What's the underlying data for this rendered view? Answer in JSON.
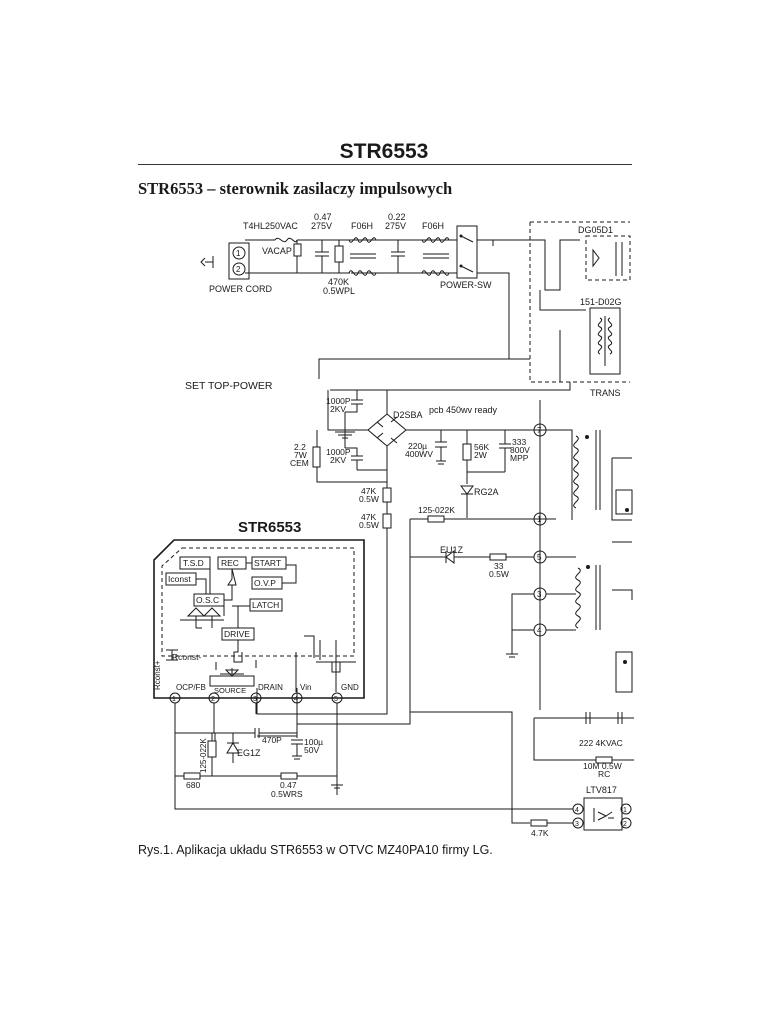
{
  "page_title": "STR6553",
  "subtitle": "STR6553 – sterownik zasilaczy impulsowych",
  "caption": "Rys.1. Aplikacja układu STR6553 w OTVC MZ40PA10 firmy LG.",
  "ic": {
    "name": "STR6553",
    "blocks": {
      "tsd": "T.S.D",
      "rec": "REC",
      "start": "START",
      "iconst": "Iconst",
      "ovp": "O.V.P",
      "osc": "O.S.C",
      "latch": "LATCH",
      "drive": "DRIVE",
      "rconst_minus": "Rconst-",
      "rconst_plus": "Rconst+"
    },
    "pins": [
      "OCP/FB",
      "SOURCE",
      "DRAIN",
      "Vin",
      "GND"
    ],
    "pin_numbers": [
      "1",
      "2",
      "3",
      "4",
      "5"
    ]
  },
  "labels": {
    "fuse": "T4HL250VAC",
    "cap1_val": "0.47",
    "cap1_volt": "275V",
    "cap2_val": "0.22",
    "cap2_volt": "275V",
    "f06h_1": "F06H",
    "f06h_2": "F06H",
    "vacap": "VACAP",
    "res470k_1": "470K",
    "res470k_2": "0.5WPL",
    "power_cord": "POWER CORD",
    "power_sw": "POWER-SW",
    "dg05d1": "DG05D1",
    "d02g": "151-D02G",
    "set_top": "SET TOP-POWER",
    "trans": "TRANS",
    "c1000p_a": "1000P",
    "c2kv_a": "2KV",
    "c1000p_b": "1000P",
    "c2kv_b": "2KV",
    "d2sba": "D2SBA",
    "pcb": "pcb 450wv ready",
    "cem1": "2.2",
    "cem2": "7W",
    "cem3": "CEM",
    "c220_1": "220µ",
    "c220_2": "400WV",
    "r56k_1": "56K",
    "r56k_2": "2W",
    "c333_1": "333",
    "c333_2": "800V",
    "c333_3": "MPP",
    "rg2a": "RG2A",
    "r47k_a1": "47K",
    "r47k_a2": "0.5W",
    "r47k_b1": "47K",
    "r47k_b2": "0.5W",
    "r125": "125-022K",
    "eu1z": "EU1Z",
    "r33_1": "33",
    "r33_2": "0.5W",
    "c470p": "470P",
    "c100u_1": "100µ",
    "c100u_2": "50V",
    "eg1z": "EG1Z",
    "r125b": "125-022K",
    "r680": "680",
    "r047_1": "0.47",
    "r047_2": "0.5WRS",
    "c222": "222 4KVAC",
    "r10m_1": "10M 0.5W",
    "r10m_2": "RC",
    "ltv817": "LTV817",
    "r4k7": "4.7K",
    "t_pin7": "7",
    "t_pin1": "1",
    "t_pin5": "5",
    "t_pin3": "3",
    "t_pin4": "4",
    "opto_4": "4",
    "opto_3": "3",
    "opto_1": "1",
    "opto_2": "2",
    "cord_1": "1",
    "cord_2": "2"
  }
}
